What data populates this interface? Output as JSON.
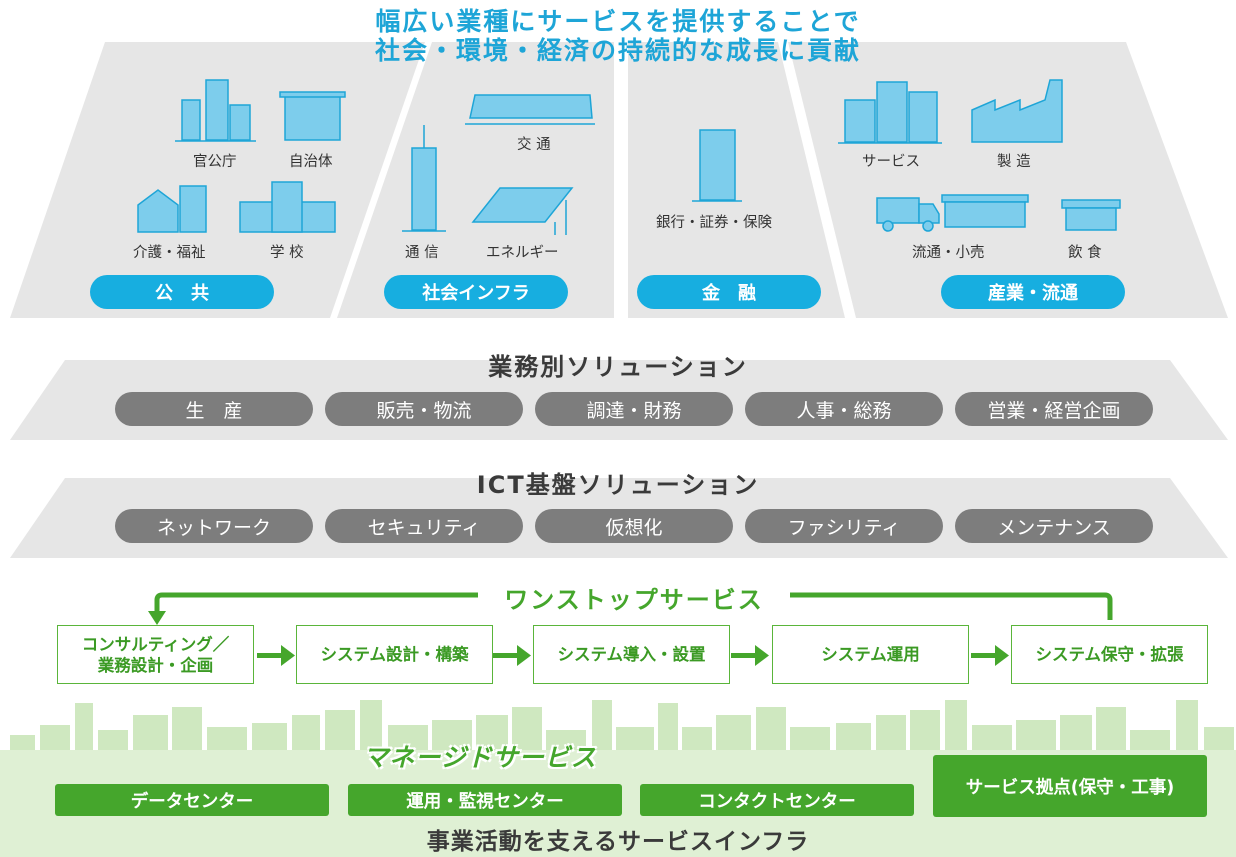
{
  "headline": {
    "line1": "幅広い業種にサービスを提供することで",
    "line2": "社会・環境・経済の持続的な成長に貢献"
  },
  "industries": [
    {
      "pill": "公　共",
      "labels": [
        "官公庁",
        "自治体",
        "介護・福祉",
        "学 校"
      ]
    },
    {
      "pill": "社会インフラ",
      "labels": [
        "交 通",
        "通 信",
        "エネルギー"
      ]
    },
    {
      "pill": "金　融",
      "labels": [
        "銀行・証券・保険"
      ]
    },
    {
      "pill": "産業・流通",
      "labels": [
        "サービス",
        "製 造",
        "流通・小売",
        "飲 食"
      ]
    }
  ],
  "business_solutions": {
    "title": "業務別ソリューション",
    "items": [
      "生　産",
      "販売・物流",
      "調達・財務",
      "人事・総務",
      "営業・経営企画"
    ]
  },
  "ict_solutions": {
    "title": "ICT基盤ソリューション",
    "items": [
      "ネットワーク",
      "セキュリティ",
      "仮想化",
      "ファシリティ",
      "メンテナンス"
    ]
  },
  "onestop": {
    "title": "ワンストップサービス",
    "steps": [
      "コンサルティング／\n業務設計・企画",
      "システム設計・構築",
      "システム導入・設置",
      "システム運用",
      "システム保守・拡張"
    ]
  },
  "managed": {
    "title": "マネージドサービス",
    "items": [
      "データセンター",
      "運用・監視センター",
      "コンタクトセンター"
    ],
    "base": "サービス拠点(保守・工事)",
    "footer": "事業活動を支えるサービスインフラ"
  },
  "colors": {
    "blue": "#17aee0",
    "green": "#45a62c",
    "gray": "#7d7d7d",
    "panel": "#e6e6e6"
  }
}
